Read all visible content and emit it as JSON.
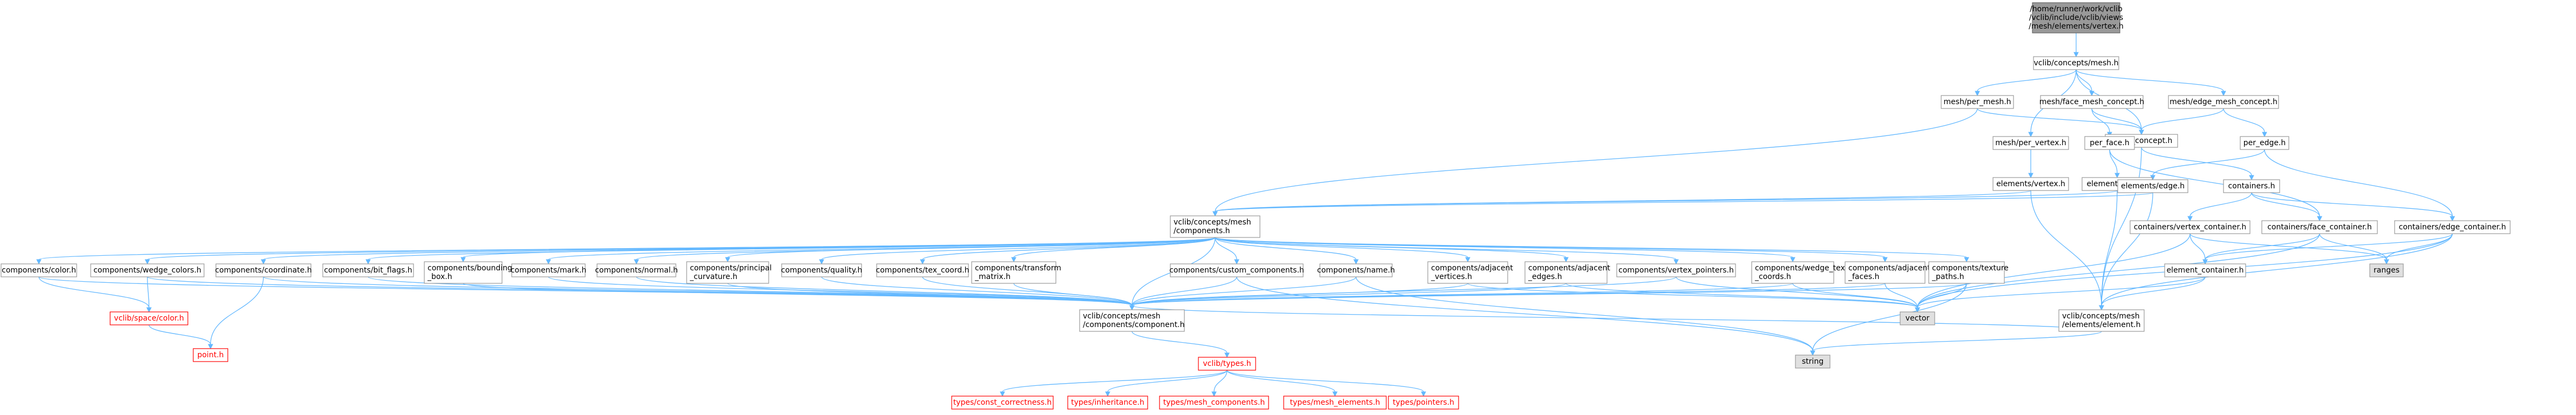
{
  "diagram": {
    "nodes": [
      {
        "id": "root",
        "lines": [
          "/home/runner/work/vclib",
          "/vclib/include/vclib/views",
          "/mesh/elements/vertex.h"
        ],
        "style": "root"
      },
      {
        "id": "concepts_mesh",
        "lines": [
          "vclib/concepts/mesh.h"
        ],
        "style": "normal"
      },
      {
        "id": "per_mesh",
        "lines": [
          "mesh/per_mesh.h"
        ],
        "style": "normal"
      },
      {
        "id": "face_mesh_concept",
        "lines": [
          "mesh/face_mesh_concept.h"
        ],
        "style": "normal"
      },
      {
        "id": "edge_mesh_concept",
        "lines": [
          "mesh/edge_mesh_concept.h"
        ],
        "style": "normal"
      },
      {
        "id": "mesh_concept",
        "lines": [
          "mesh_concept.h"
        ],
        "style": "normal"
      },
      {
        "id": "per_vertex",
        "lines": [
          "mesh/per_vertex.h"
        ],
        "style": "normal"
      },
      {
        "id": "per_face",
        "lines": [
          "per_face.h"
        ],
        "style": "normal"
      },
      {
        "id": "per_edge",
        "lines": [
          "per_edge.h"
        ],
        "style": "normal"
      },
      {
        "id": "elements_vertex",
        "lines": [
          "elements/vertex.h"
        ],
        "style": "normal"
      },
      {
        "id": "elements_face",
        "lines": [
          "elements/face.h"
        ],
        "style": "normal"
      },
      {
        "id": "elements_edge",
        "lines": [
          "elements/edge.h"
        ],
        "style": "normal"
      },
      {
        "id": "containers",
        "lines": [
          "containers.h"
        ],
        "style": "normal"
      },
      {
        "id": "components_h",
        "lines": [
          "vclib/concepts/mesh",
          "/components.h"
        ],
        "style": "normal"
      },
      {
        "id": "vertex_container",
        "lines": [
          "containers/vertex_container.h"
        ],
        "style": "normal"
      },
      {
        "id": "face_container",
        "lines": [
          "containers/face_container.h"
        ],
        "style": "normal"
      },
      {
        "id": "edge_container",
        "lines": [
          "containers/edge_container.h"
        ],
        "style": "normal"
      },
      {
        "id": "c_color",
        "lines": [
          "components/color.h"
        ],
        "style": "normal"
      },
      {
        "id": "c_wedge_colors",
        "lines": [
          "components/wedge_colors.h"
        ],
        "style": "normal"
      },
      {
        "id": "c_coordinate",
        "lines": [
          "components/coordinate.h"
        ],
        "style": "normal"
      },
      {
        "id": "c_bit_flags",
        "lines": [
          "components/bit_flags.h"
        ],
        "style": "normal"
      },
      {
        "id": "c_bounding_box",
        "lines": [
          "components/bounding",
          "_box.h"
        ],
        "style": "normal"
      },
      {
        "id": "c_mark",
        "lines": [
          "components/mark.h"
        ],
        "style": "normal"
      },
      {
        "id": "c_normal",
        "lines": [
          "components/normal.h"
        ],
        "style": "normal"
      },
      {
        "id": "c_principal_curvature",
        "lines": [
          "components/principal",
          "_curvature.h"
        ],
        "style": "normal"
      },
      {
        "id": "c_quality",
        "lines": [
          "components/quality.h"
        ],
        "style": "normal"
      },
      {
        "id": "c_tex_coord",
        "lines": [
          "components/tex_coord.h"
        ],
        "style": "normal"
      },
      {
        "id": "c_transform_matrix",
        "lines": [
          "components/transform",
          "_matrix.h"
        ],
        "style": "normal"
      },
      {
        "id": "c_custom_components",
        "lines": [
          "components/custom_components.h"
        ],
        "style": "normal"
      },
      {
        "id": "c_name",
        "lines": [
          "components/name.h"
        ],
        "style": "normal"
      },
      {
        "id": "c_adjacent_vertices",
        "lines": [
          "components/adjacent",
          "_vertices.h"
        ],
        "style": "normal"
      },
      {
        "id": "c_adjacent_edges",
        "lines": [
          "components/adjacent",
          "_edges.h"
        ],
        "style": "normal"
      },
      {
        "id": "c_vertex_pointers",
        "lines": [
          "components/vertex_pointers.h"
        ],
        "style": "normal"
      },
      {
        "id": "c_wedge_tex_coords",
        "lines": [
          "components/wedge_tex",
          "_coords.h"
        ],
        "style": "normal"
      },
      {
        "id": "c_adjacent_faces",
        "lines": [
          "components/adjacent",
          "_faces.h"
        ],
        "style": "normal"
      },
      {
        "id": "c_texture_paths",
        "lines": [
          "components/texture",
          "_paths.h"
        ],
        "style": "normal"
      },
      {
        "id": "element_container",
        "lines": [
          "element_container.h"
        ],
        "style": "normal"
      },
      {
        "id": "ranges",
        "lines": [
          "ranges"
        ],
        "style": "grey"
      },
      {
        "id": "space_color",
        "lines": [
          "vclib/space/color.h"
        ],
        "style": "red"
      },
      {
        "id": "component_h",
        "lines": [
          "vclib/concepts/mesh",
          "/components/component.h"
        ],
        "style": "normal"
      },
      {
        "id": "vector",
        "lines": [
          "vector"
        ],
        "style": "grey"
      },
      {
        "id": "element_h",
        "lines": [
          "vclib/concepts/mesh",
          "/elements/element.h"
        ],
        "style": "normal"
      },
      {
        "id": "point",
        "lines": [
          "point.h"
        ],
        "style": "red"
      },
      {
        "id": "types",
        "lines": [
          "vclib/types.h"
        ],
        "style": "red"
      },
      {
        "id": "string",
        "lines": [
          "string"
        ],
        "style": "grey"
      },
      {
        "id": "t_const",
        "lines": [
          "types/const_correctness.h"
        ],
        "style": "red"
      },
      {
        "id": "t_inheritance",
        "lines": [
          "types/inheritance.h"
        ],
        "style": "red"
      },
      {
        "id": "t_mesh_components",
        "lines": [
          "types/mesh_components.h"
        ],
        "style": "red"
      },
      {
        "id": "t_mesh_elements",
        "lines": [
          "types/mesh_elements.h"
        ],
        "style": "red"
      },
      {
        "id": "t_pointers",
        "lines": [
          "types/pointers.h"
        ],
        "style": "red"
      }
    ],
    "edges": [
      [
        "root",
        "concepts_mesh"
      ],
      [
        "concepts_mesh",
        "per_mesh"
      ],
      [
        "concepts_mesh",
        "face_mesh_concept"
      ],
      [
        "concepts_mesh",
        "edge_mesh_concept"
      ],
      [
        "concepts_mesh",
        "per_vertex"
      ],
      [
        "concepts_mesh",
        "mesh_concept"
      ],
      [
        "per_mesh",
        "mesh_concept"
      ],
      [
        "per_mesh",
        "components_h"
      ],
      [
        "face_mesh_concept",
        "mesh_concept"
      ],
      [
        "face_mesh_concept",
        "per_face"
      ],
      [
        "edge_mesh_concept",
        "mesh_concept"
      ],
      [
        "edge_mesh_concept",
        "per_edge"
      ],
      [
        "mesh_concept",
        "containers"
      ],
      [
        "mesh_concept",
        "element_h"
      ],
      [
        "per_vertex",
        "elements_vertex"
      ],
      [
        "per_face",
        "elements_face"
      ],
      [
        "per_face",
        "face_container"
      ],
      [
        "per_edge",
        "elements_edge"
      ],
      [
        "per_edge",
        "edge_container"
      ],
      [
        "elements_vertex",
        "components_h"
      ],
      [
        "elements_vertex",
        "element_h"
      ],
      [
        "elements_face",
        "components_h"
      ],
      [
        "elements_face",
        "element_h"
      ],
      [
        "elements_edge",
        "components_h"
      ],
      [
        "elements_edge",
        "element_h"
      ],
      [
        "containers",
        "vertex_container"
      ],
      [
        "containers",
        "face_container"
      ],
      [
        "containers",
        "edge_container"
      ],
      [
        "vertex_container",
        "element_container"
      ],
      [
        "vertex_container",
        "ranges"
      ],
      [
        "vertex_container",
        "vector"
      ],
      [
        "face_container",
        "element_container"
      ],
      [
        "face_container",
        "ranges"
      ],
      [
        "face_container",
        "vector"
      ],
      [
        "edge_container",
        "element_container"
      ],
      [
        "edge_container",
        "ranges"
      ],
      [
        "edge_container",
        "vector"
      ],
      [
        "edge_container",
        "element_h"
      ],
      [
        "element_container",
        "element_h"
      ],
      [
        "element_container",
        "vector"
      ],
      [
        "components_h",
        "c_color"
      ],
      [
        "components_h",
        "c_wedge_colors"
      ],
      [
        "components_h",
        "c_coordinate"
      ],
      [
        "components_h",
        "c_bit_flags"
      ],
      [
        "components_h",
        "c_bounding_box"
      ],
      [
        "components_h",
        "c_mark"
      ],
      [
        "components_h",
        "c_normal"
      ],
      [
        "components_h",
        "c_principal_curvature"
      ],
      [
        "components_h",
        "c_quality"
      ],
      [
        "components_h",
        "c_tex_coord"
      ],
      [
        "components_h",
        "c_transform_matrix"
      ],
      [
        "components_h",
        "c_custom_components"
      ],
      [
        "components_h",
        "c_name"
      ],
      [
        "components_h",
        "c_adjacent_vertices"
      ],
      [
        "components_h",
        "c_adjacent_edges"
      ],
      [
        "components_h",
        "c_vertex_pointers"
      ],
      [
        "components_h",
        "c_wedge_tex_coords"
      ],
      [
        "components_h",
        "c_adjacent_faces"
      ],
      [
        "components_h",
        "c_texture_paths"
      ],
      [
        "components_h",
        "component_h"
      ],
      [
        "c_color",
        "space_color"
      ],
      [
        "c_color",
        "component_h"
      ],
      [
        "c_wedge_colors",
        "space_color"
      ],
      [
        "c_wedge_colors",
        "component_h"
      ],
      [
        "c_coordinate",
        "point"
      ],
      [
        "c_coordinate",
        "component_h"
      ],
      [
        "c_bit_flags",
        "component_h"
      ],
      [
        "c_bounding_box",
        "component_h"
      ],
      [
        "c_mark",
        "component_h"
      ],
      [
        "c_normal",
        "component_h"
      ],
      [
        "c_principal_curvature",
        "component_h"
      ],
      [
        "c_quality",
        "component_h"
      ],
      [
        "c_tex_coord",
        "component_h"
      ],
      [
        "c_transform_matrix",
        "component_h"
      ],
      [
        "c_custom_components",
        "component_h"
      ],
      [
        "c_custom_components",
        "string"
      ],
      [
        "c_name",
        "component_h"
      ],
      [
        "c_name",
        "string"
      ],
      [
        "c_adjacent_vertices",
        "component_h"
      ],
      [
        "c_adjacent_vertices",
        "vector"
      ],
      [
        "c_adjacent_edges",
        "component_h"
      ],
      [
        "c_adjacent_edges",
        "vector"
      ],
      [
        "c_vertex_pointers",
        "component_h"
      ],
      [
        "c_vertex_pointers",
        "vector"
      ],
      [
        "c_wedge_tex_coords",
        "component_h"
      ],
      [
        "c_wedge_tex_coords",
        "vector"
      ],
      [
        "c_adjacent_faces",
        "component_h"
      ],
      [
        "c_adjacent_faces",
        "vector"
      ],
      [
        "c_texture_paths",
        "component_h"
      ],
      [
        "c_texture_paths",
        "string"
      ],
      [
        "c_texture_paths",
        "vector"
      ],
      [
        "space_color",
        "point"
      ],
      [
        "component_h",
        "types"
      ],
      [
        "element_h",
        "component_h"
      ],
      [
        "element_h",
        "string"
      ],
      [
        "types",
        "t_const"
      ],
      [
        "types",
        "t_inheritance"
      ],
      [
        "types",
        "t_mesh_components"
      ],
      [
        "types",
        "t_mesh_elements"
      ],
      [
        "types",
        "t_pointers"
      ]
    ]
  }
}
